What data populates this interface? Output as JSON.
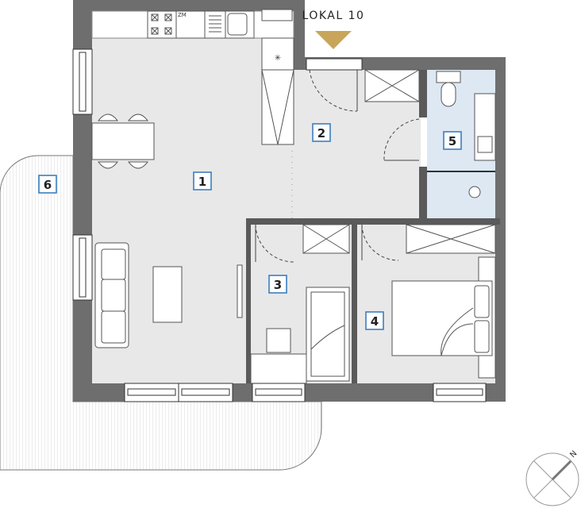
{
  "plan": {
    "entrance_label": "LOKAL 10",
    "entrance_marker_color": "#c9a55a",
    "fridge_label": "ZM",
    "compass_label": "N"
  },
  "rooms": [
    {
      "number": "1"
    },
    {
      "number": "2"
    },
    {
      "number": "3"
    },
    {
      "number": "4"
    },
    {
      "number": "5"
    },
    {
      "number": "6"
    }
  ]
}
